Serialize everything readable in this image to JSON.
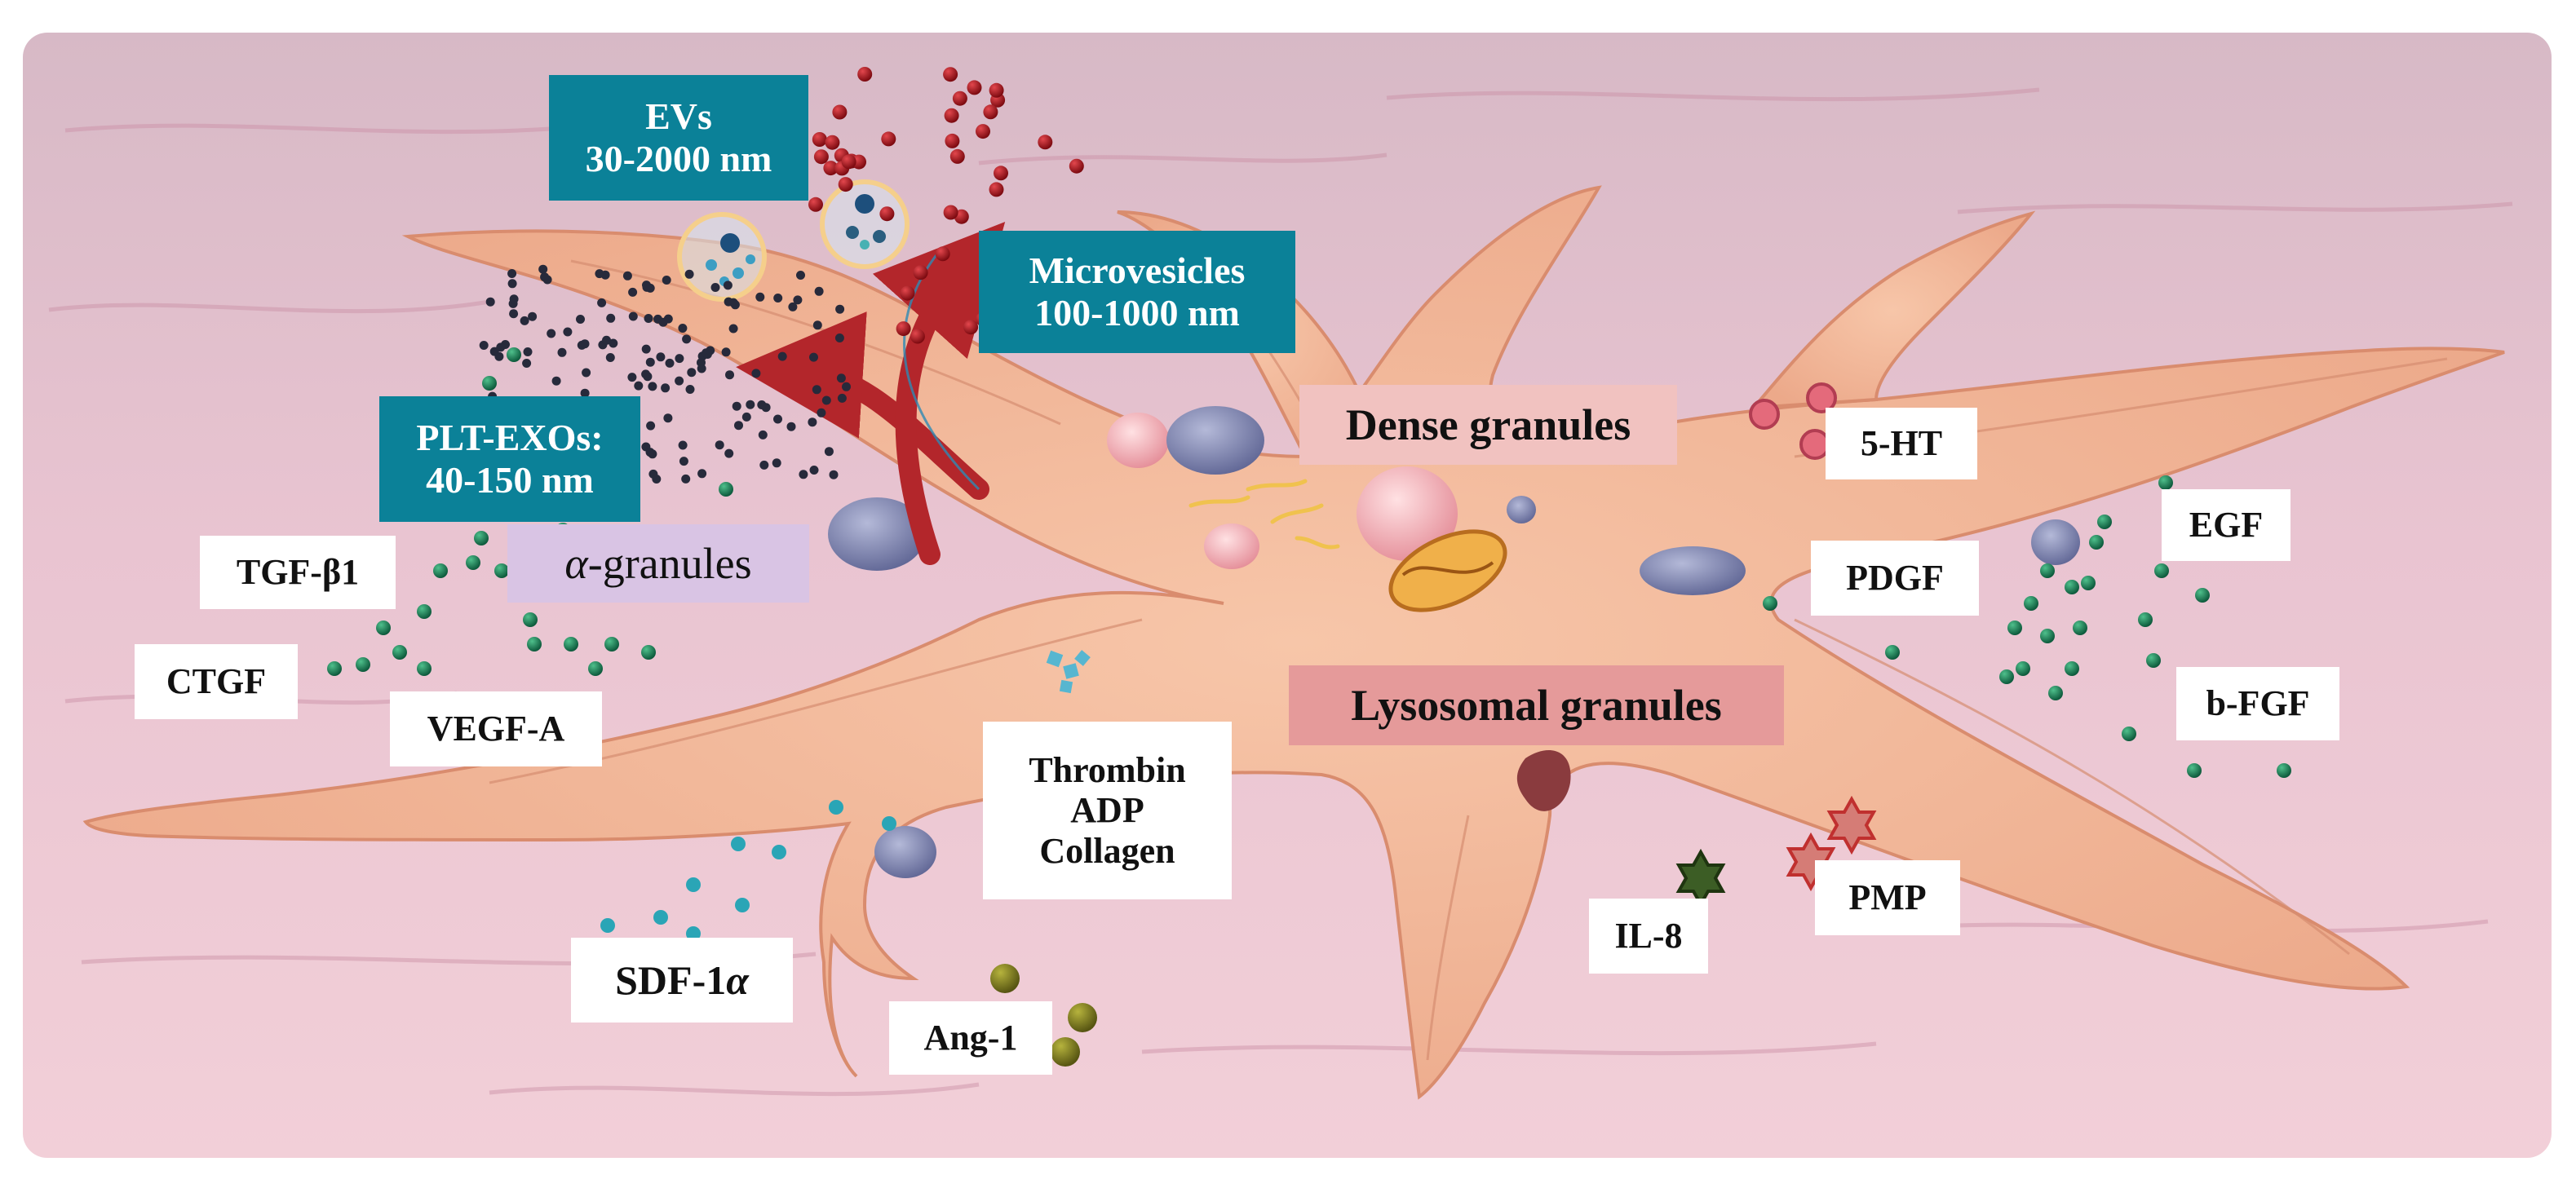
{
  "colors": {
    "teal_box": "#0b8198",
    "dense_box": "#f1c2c0",
    "lysosomal_box": "#e59a9a",
    "alpha_box": "#d9c4e4",
    "platelet_body": "#f2b595",
    "background_tissue": "#e8c3cf",
    "arrow": "#b3262b",
    "green_particle": "#1d8a5e",
    "cyan_particle": "#2aa5b6",
    "olive_particle": "#7b7a1c",
    "red_particle": "#b5141c",
    "dark_particle": "#272a3b"
  },
  "labels": {
    "evs": {
      "line1": "EVs",
      "line2": "30-2000 nm"
    },
    "microvesicles": {
      "line1": "Microvesicles",
      "line2": "100-1000 nm"
    },
    "plt_exos": {
      "line1": "PLT-EXOs:",
      "line2": "40-150 nm"
    },
    "alpha_granules_symbol": "α",
    "alpha_granules_text": "-granules",
    "dense_granules": "Dense granules",
    "lysosomal_granules": "Lysosomal granules",
    "tgf_b1": "TGF-β1",
    "ctgf": "CTGF",
    "vegf_a": "VEGF-A",
    "sdf_1a_text": "SDF-1",
    "sdf_1a_symbol": "α",
    "ang_1": "Ang-1",
    "thrombin_adp_collagen": {
      "line1": "Thrombin",
      "line2": "ADP",
      "line3": "Collagen"
    },
    "five_ht": "5-HT",
    "pdgf": "PDGF",
    "egf": "EGF",
    "b_fgf": "b-FGF",
    "il_8": "IL-8",
    "pmp": "PMP"
  }
}
